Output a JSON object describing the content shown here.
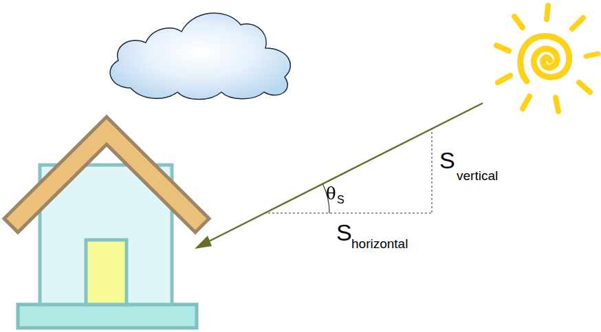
{
  "diagram": {
    "labels": [
      "θ",
      "S",
      "S",
      "vertical",
      "S",
      "horizontal"
    ]
  }
}
